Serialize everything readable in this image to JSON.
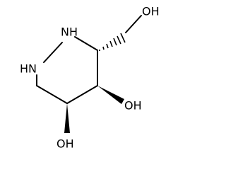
{
  "molecule": {
    "atoms": {
      "nh_top": "NH",
      "hn_left": "HN",
      "oh_top_right": "OH",
      "oh_right": "OH",
      "oh_bottom": "OH"
    },
    "colors": {
      "bond": "#000000",
      "background": "#ffffff"
    }
  }
}
